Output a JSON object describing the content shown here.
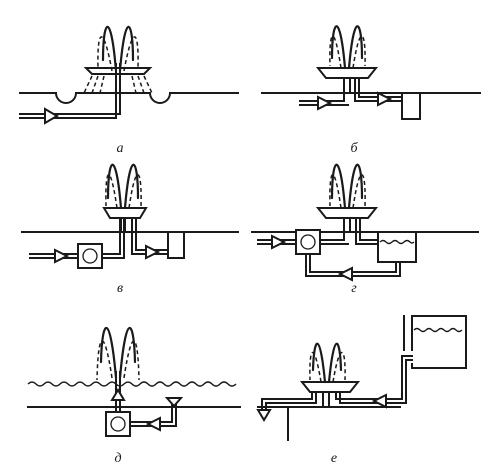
{
  "panels": [
    {
      "id": "a",
      "label": "а"
    },
    {
      "id": "b",
      "label": "б"
    },
    {
      "id": "v",
      "label": "в"
    },
    {
      "id": "g",
      "label": "г"
    },
    {
      "id": "d",
      "label": "д"
    },
    {
      "id": "e",
      "label": "е"
    }
  ],
  "colors": {
    "ink": "#1a1a1a",
    "background": "#ffffff"
  }
}
